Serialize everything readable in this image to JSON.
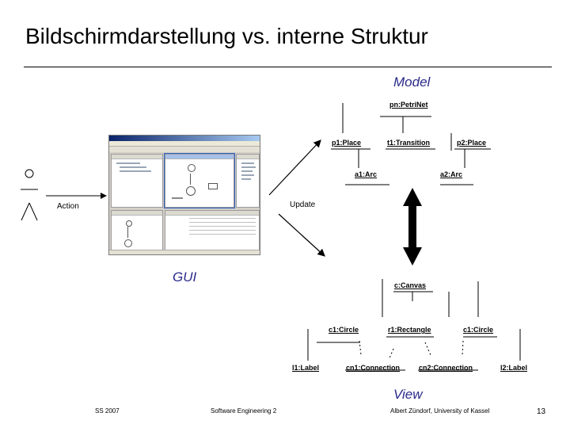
{
  "slide": {
    "title": "Bildschirmdarstellung vs. interne Struktur",
    "slide_number": "13"
  },
  "sections": {
    "model": "Model",
    "gui": "GUI",
    "view": "View"
  },
  "arrows": {
    "action": "Action",
    "update": "Update"
  },
  "model_objects": {
    "root": "pn:PetriNet",
    "p1": "p1:Place",
    "t1": "t1:Transition",
    "p2": "p2:Place",
    "a1": "a1:Arc",
    "a2": "a2:Arc"
  },
  "view_objects": {
    "root": "c:Canvas",
    "c1a": "c1:Circle",
    "r1": "r1:Rectangle",
    "c1b": "c1:Circle",
    "l1": "l1:Label",
    "cn1": "cn1:Connection",
    "cn2": "cn2:Connection",
    "l2": "l2:Label"
  },
  "footer": {
    "left": "SS 2007",
    "center": "Software Engineering 2",
    "right": "Albert Zündorf, University of Kassel"
  },
  "colors": {
    "section_text": "#2a2a8a"
  }
}
